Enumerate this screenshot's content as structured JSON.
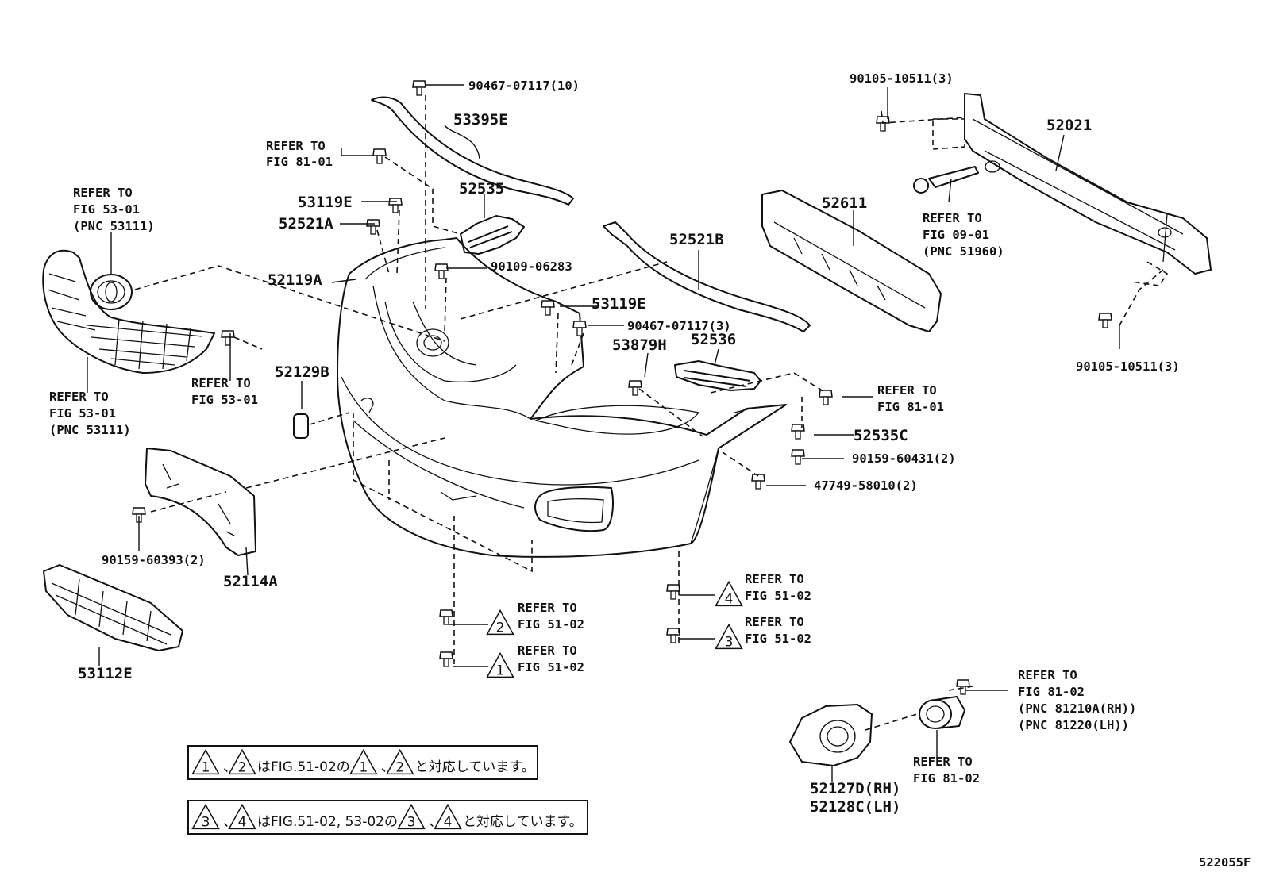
{
  "figure_code": "522055F",
  "parts": [
    {
      "id": "p_90467_10",
      "label": "90467-07117(10)"
    },
    {
      "id": "p_53395E",
      "label": "53395E"
    },
    {
      "id": "p_ref_81_01_a",
      "label": [
        "REFER TO",
        "FIG 81-01"
      ]
    },
    {
      "id": "p_52535",
      "label": "52535"
    },
    {
      "id": "p_53119E_a",
      "label": "53119E"
    },
    {
      "id": "p_52521A",
      "label": "52521A"
    },
    {
      "id": "p_90109",
      "label": "90109-06283"
    },
    {
      "id": "p_52119A",
      "label": "52119A"
    },
    {
      "id": "p_ref_53_01_top",
      "label": [
        "REFER TO",
        "FIG 53-01",
        "(PNC 53111)"
      ]
    },
    {
      "id": "p_ref_53_01_left",
      "label": [
        "REFER TO",
        "FIG 53-01",
        "(PNC 53111)"
      ]
    },
    {
      "id": "p_ref_53_01_mid",
      "label": [
        "REFER TO",
        "FIG 53-01"
      ]
    },
    {
      "id": "p_52129B",
      "label": "52129B"
    },
    {
      "id": "p_90159_60393",
      "label": "90159-60393(2)"
    },
    {
      "id": "p_52114A",
      "label": "52114A"
    },
    {
      "id": "p_53112E",
      "label": "53112E"
    },
    {
      "id": "p_52521B",
      "label": "52521B"
    },
    {
      "id": "p_53119E_b",
      "label": "53119E"
    },
    {
      "id": "p_90467_3",
      "label": "90467-07117(3)"
    },
    {
      "id": "p_53879H",
      "label": "53879H"
    },
    {
      "id": "p_52536",
      "label": "52536"
    },
    {
      "id": "p_52611",
      "label": "52611"
    },
    {
      "id": "p_ref_81_01_b",
      "label": [
        "REFER TO",
        "FIG 81-01"
      ]
    },
    {
      "id": "p_52535C",
      "label": "52535C"
    },
    {
      "id": "p_90159_60431",
      "label": "90159-60431(2)"
    },
    {
      "id": "p_47749",
      "label": "47749-58010(2)"
    },
    {
      "id": "p_90105_top",
      "label": "90105-10511(3)"
    },
    {
      "id": "p_52021",
      "label": "52021"
    },
    {
      "id": "p_ref_09_01",
      "label": [
        "REFER TO",
        "FIG 09-01",
        "(PNC 51960)"
      ]
    },
    {
      "id": "p_90105_bot",
      "label": "90105-10511(3)"
    },
    {
      "id": "p_ref_51_02_4",
      "label": [
        "REFER TO",
        "FIG 51-02"
      ],
      "tri": "4"
    },
    {
      "id": "p_ref_51_02_3",
      "label": [
        "REFER TO",
        "FIG 51-02"
      ],
      "tri": "3"
    },
    {
      "id": "p_ref_51_02_2",
      "label": [
        "REFER TO",
        "FIG 51-02"
      ],
      "tri": "2"
    },
    {
      "id": "p_ref_51_02_1",
      "label": [
        "REFER TO",
        "FIG 51-02"
      ],
      "tri": "1"
    },
    {
      "id": "p_ref_81_02_a",
      "label": [
        "REFER TO",
        "FIG 81-02",
        "(PNC 81210A(RH))",
        "(PNC 81220(LH))"
      ]
    },
    {
      "id": "p_ref_81_02_b",
      "label": [
        "REFER TO",
        "FIG 81-02"
      ]
    },
    {
      "id": "p_52127D",
      "label": [
        "52127D(RH)",
        "52128C(LH)"
      ]
    }
  ],
  "notes": [
    {
      "id": "note1",
      "marks": [
        "1",
        "2"
      ],
      "sep": "、",
      "middle": "はFIG.51-02の",
      "marks2": [
        "1",
        "2"
      ],
      "tail": "と対応しています。"
    },
    {
      "id": "note2",
      "marks": [
        "3",
        "4"
      ],
      "sep": "、",
      "middle": "はFIG.51-02, 53-02の",
      "marks2": [
        "3",
        "4"
      ],
      "tail": "と対応しています。"
    }
  ]
}
